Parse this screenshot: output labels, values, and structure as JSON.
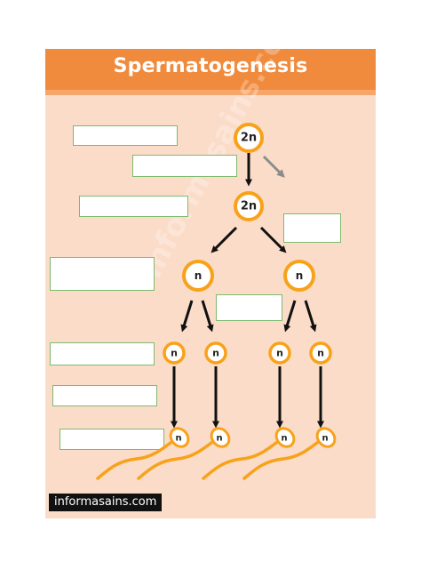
{
  "title": "Spermatogenesis",
  "brand": "informasains.com",
  "watermark": "informasains.com",
  "colors": {
    "background": "#fbdcc8",
    "banner": "#f08a3c",
    "cell_ring": "#f7a21a",
    "arrow": "#111111",
    "side_arrow": "#8c8c8c",
    "blank_border": "#7dba6e"
  },
  "cells": {
    "top": "2n",
    "second": "2n",
    "haploid_1_left": "n",
    "haploid_1_right": "n",
    "haploid_2_a": "n",
    "haploid_2_b": "n",
    "haploid_2_c": "n",
    "haploid_2_d": "n",
    "sperm_a": "n",
    "sperm_b": "n",
    "sperm_c": "n",
    "sperm_d": "n"
  },
  "blank_labels": [
    "",
    "",
    "",
    "",
    "",
    "",
    "",
    "",
    "",
    ""
  ],
  "icons": [
    "arrow-down-icon",
    "arrow-diagonal-icon",
    "sperm-cell-icon"
  ]
}
